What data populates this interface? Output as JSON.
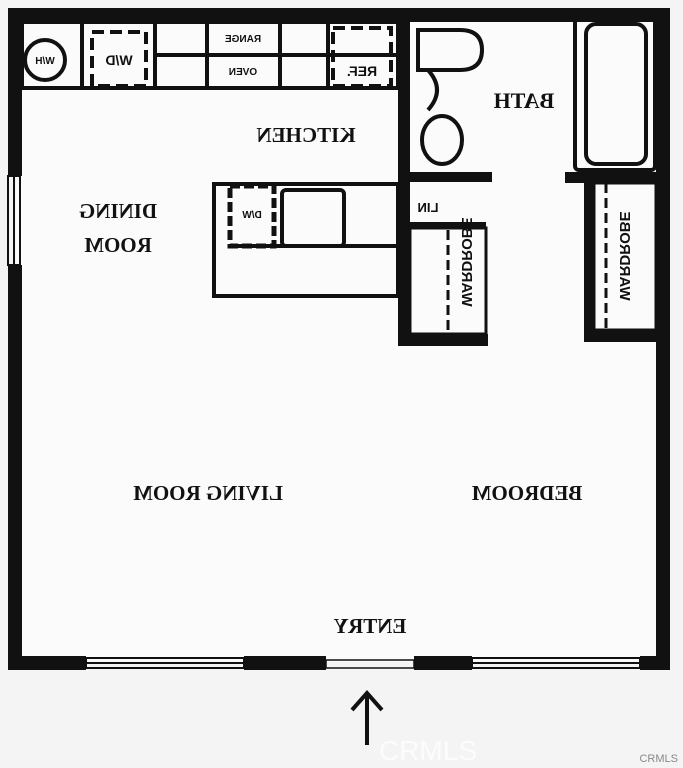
{
  "rooms": {
    "kitchen": "KITCHEN",
    "bath": "BATH",
    "dining_line1": "DINING",
    "dining_line2": "ROOM",
    "living_room": "LIVING ROOM",
    "bedroom": "BEDROOM",
    "entry": "ENTRY"
  },
  "fixtures": {
    "water_heater": "W/H",
    "washer_dryer": "W/D",
    "range": "RANGE",
    "oven": "OVEN",
    "refrigerator": "REF.",
    "dishwasher": "D/W",
    "linen": "LIN",
    "wardrobe_left": "WARDROBE",
    "wardrobe_right": "WARDROBE"
  },
  "watermark": "CRMLS",
  "watermark_corner": "CRMLS",
  "colors": {
    "wall": "#111111",
    "background": "#f4f4f4"
  }
}
